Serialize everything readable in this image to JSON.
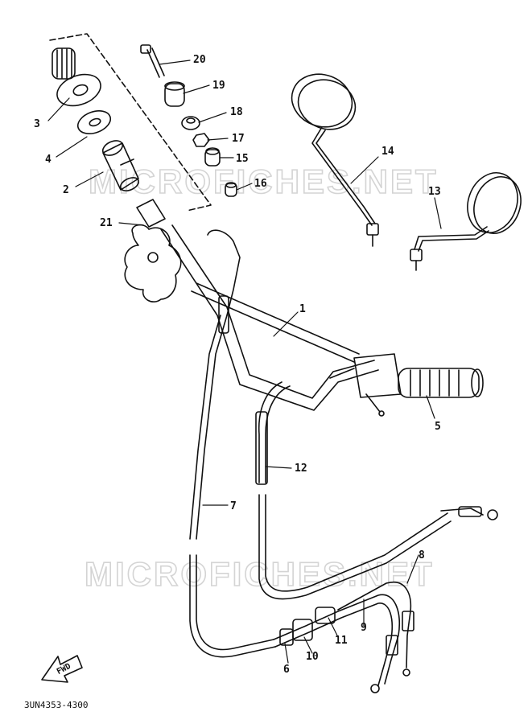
{
  "diagram": {
    "part_code": "3UN4353-4300",
    "direction_label": "FWD",
    "watermarks": [
      "MICROFICHES.NET",
      "MICROFICHES.NET"
    ],
    "callouts": [
      {
        "id": "c20",
        "label": "20"
      },
      {
        "id": "c19",
        "label": "19"
      },
      {
        "id": "c18",
        "label": "18"
      },
      {
        "id": "c17",
        "label": "17"
      },
      {
        "id": "c15",
        "label": "15"
      },
      {
        "id": "c16",
        "label": "16"
      },
      {
        "id": "c3",
        "label": "3"
      },
      {
        "id": "c4",
        "label": "4"
      },
      {
        "id": "c2",
        "label": "2"
      },
      {
        "id": "c21",
        "label": "21"
      },
      {
        "id": "c14",
        "label": "14"
      },
      {
        "id": "c13",
        "label": "13"
      },
      {
        "id": "c1",
        "label": "1"
      },
      {
        "id": "c5",
        "label": "5"
      },
      {
        "id": "c12",
        "label": "12"
      },
      {
        "id": "c7",
        "label": "7"
      },
      {
        "id": "c8",
        "label": "8"
      },
      {
        "id": "c9",
        "label": "9"
      },
      {
        "id": "c11",
        "label": "11"
      },
      {
        "id": "c10",
        "label": "10"
      },
      {
        "id": "c6",
        "label": "6"
      }
    ]
  }
}
